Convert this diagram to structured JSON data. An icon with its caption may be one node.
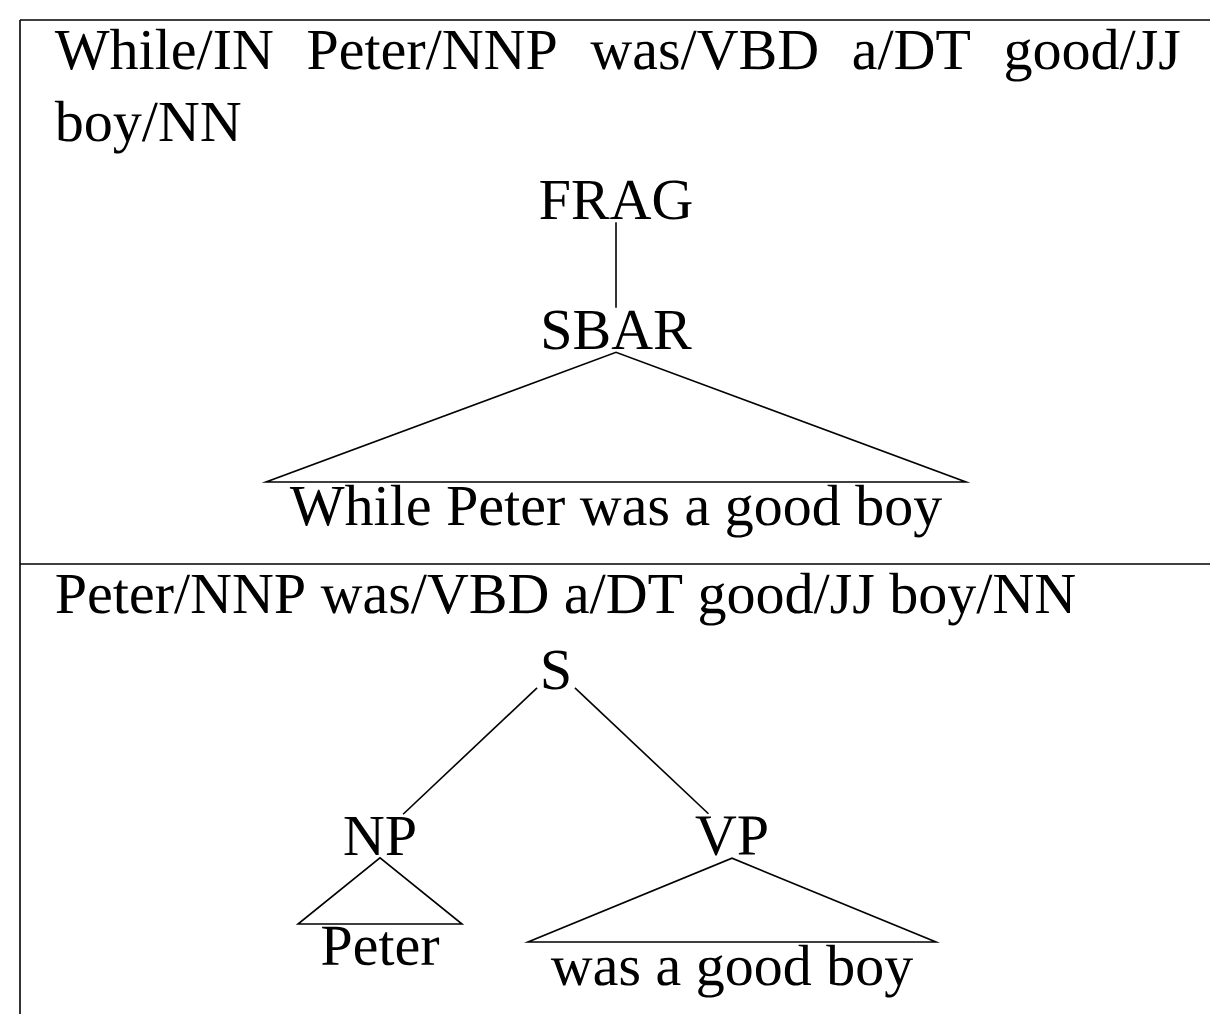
{
  "diagram": {
    "nodes": [
      {
        "text": [
          "While/IN Peter/NNP was/VBD a/DT good/JJ boy/NN"
        ]
      },
      {
        "text": [
          "FRAG"
        ],
        "in": 0
      },
      {
        "text": [
          "SBAR"
        ],
        "in": 0
      },
      {
        "text": [
          "While Peter was a good boy"
        ],
        "in": 0
      },
      {
        "text": [
          "Peter/NNP was/VBD a/DT good/JJ boy/NN"
        ]
      },
      {
        "text": [
          "S"
        ],
        "in": 4
      },
      {
        "text": [
          "NP"
        ],
        "in": 4
      },
      {
        "text": [
          "VP"
        ],
        "in": 4
      },
      {
        "text": [
          "Peter"
        ],
        "in": 4
      },
      {
        "text": [
          "was a good boy"
        ],
        "in": 4
      }
    ],
    "edges": [
      {
        "from": 1,
        "to": 2,
        "arrow": "none"
      },
      {
        "from": 2,
        "to": 3,
        "arrow": "none"
      },
      {
        "from": 5,
        "to": 6,
        "arrow": "none"
      },
      {
        "from": 5,
        "to": 7,
        "arrow": "none"
      },
      {
        "from": 6,
        "to": 8,
        "arrow": "none"
      },
      {
        "from": 7,
        "to": 9,
        "arrow": "none"
      }
    ]
  }
}
